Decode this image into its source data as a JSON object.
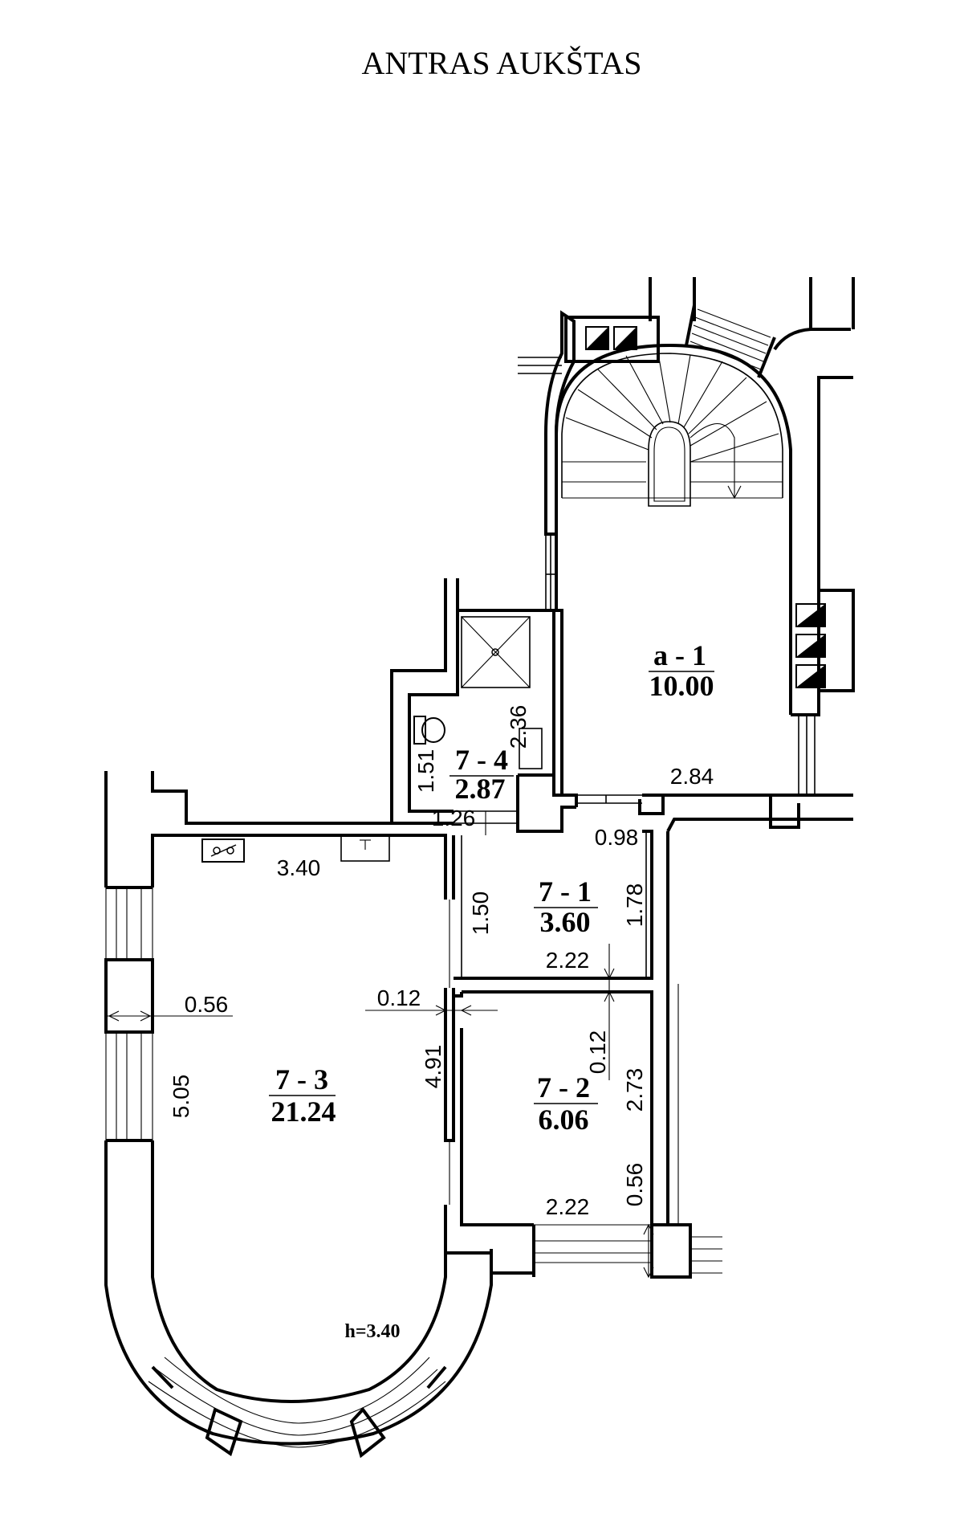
{
  "title": "ANTRAS AUKŠTAS",
  "rooms": [
    {
      "id": "a - 1",
      "area": "10.00"
    },
    {
      "id": "7 - 4",
      "area": "2.87"
    },
    {
      "id": "7 - 1",
      "area": "3.60"
    },
    {
      "id": "7 - 2",
      "area": "6.06"
    },
    {
      "id": "7 - 3",
      "area": "21.24"
    }
  ],
  "dimensions": {
    "a1_width": "2.84",
    "door_098": "0.98",
    "r74_height": "1.51",
    "r74_width": "1.26",
    "r74_shower": "2.36",
    "r73_width": "3.40",
    "r71_left": "1.50",
    "r71_right": "1.78",
    "r71_bottom": "2.22",
    "r72_top": "0.12",
    "r72_height": "2.73",
    "r72_side": "0.56",
    "r72_bottom": "2.22",
    "r73_wall": "0.12",
    "r73_window": "0.56",
    "r73_left": "5.05",
    "r73_right": "4.91"
  },
  "ceiling_height": "h=3.40"
}
